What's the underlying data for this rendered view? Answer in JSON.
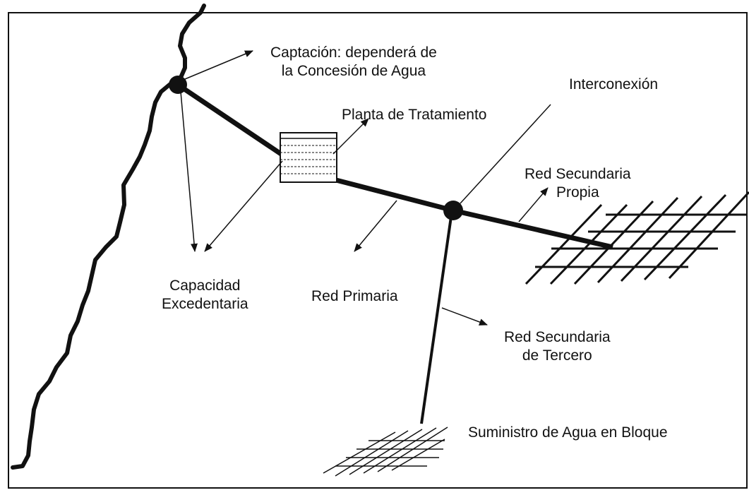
{
  "labels": {
    "captacion_1": "Captación: dependerá de",
    "captacion_2": "la Concesión de Agua",
    "interconexion": "Interconexión",
    "planta": "Planta de Tratamiento",
    "red_secundaria_propia_1": "Red Secundaria",
    "red_secundaria_propia_2": "Propia",
    "capacidad_1": "Capacidad",
    "capacidad_2": "Excedentaria",
    "red_primaria": "Red Primaria",
    "red_secundaria_tercero_1": "Red Secundaria",
    "red_secundaria_tercero_2": "de Tercero",
    "suministro": "Suministro de Agua en Bloque"
  },
  "colors": {
    "ink": "#111111",
    "background": "#ffffff"
  }
}
